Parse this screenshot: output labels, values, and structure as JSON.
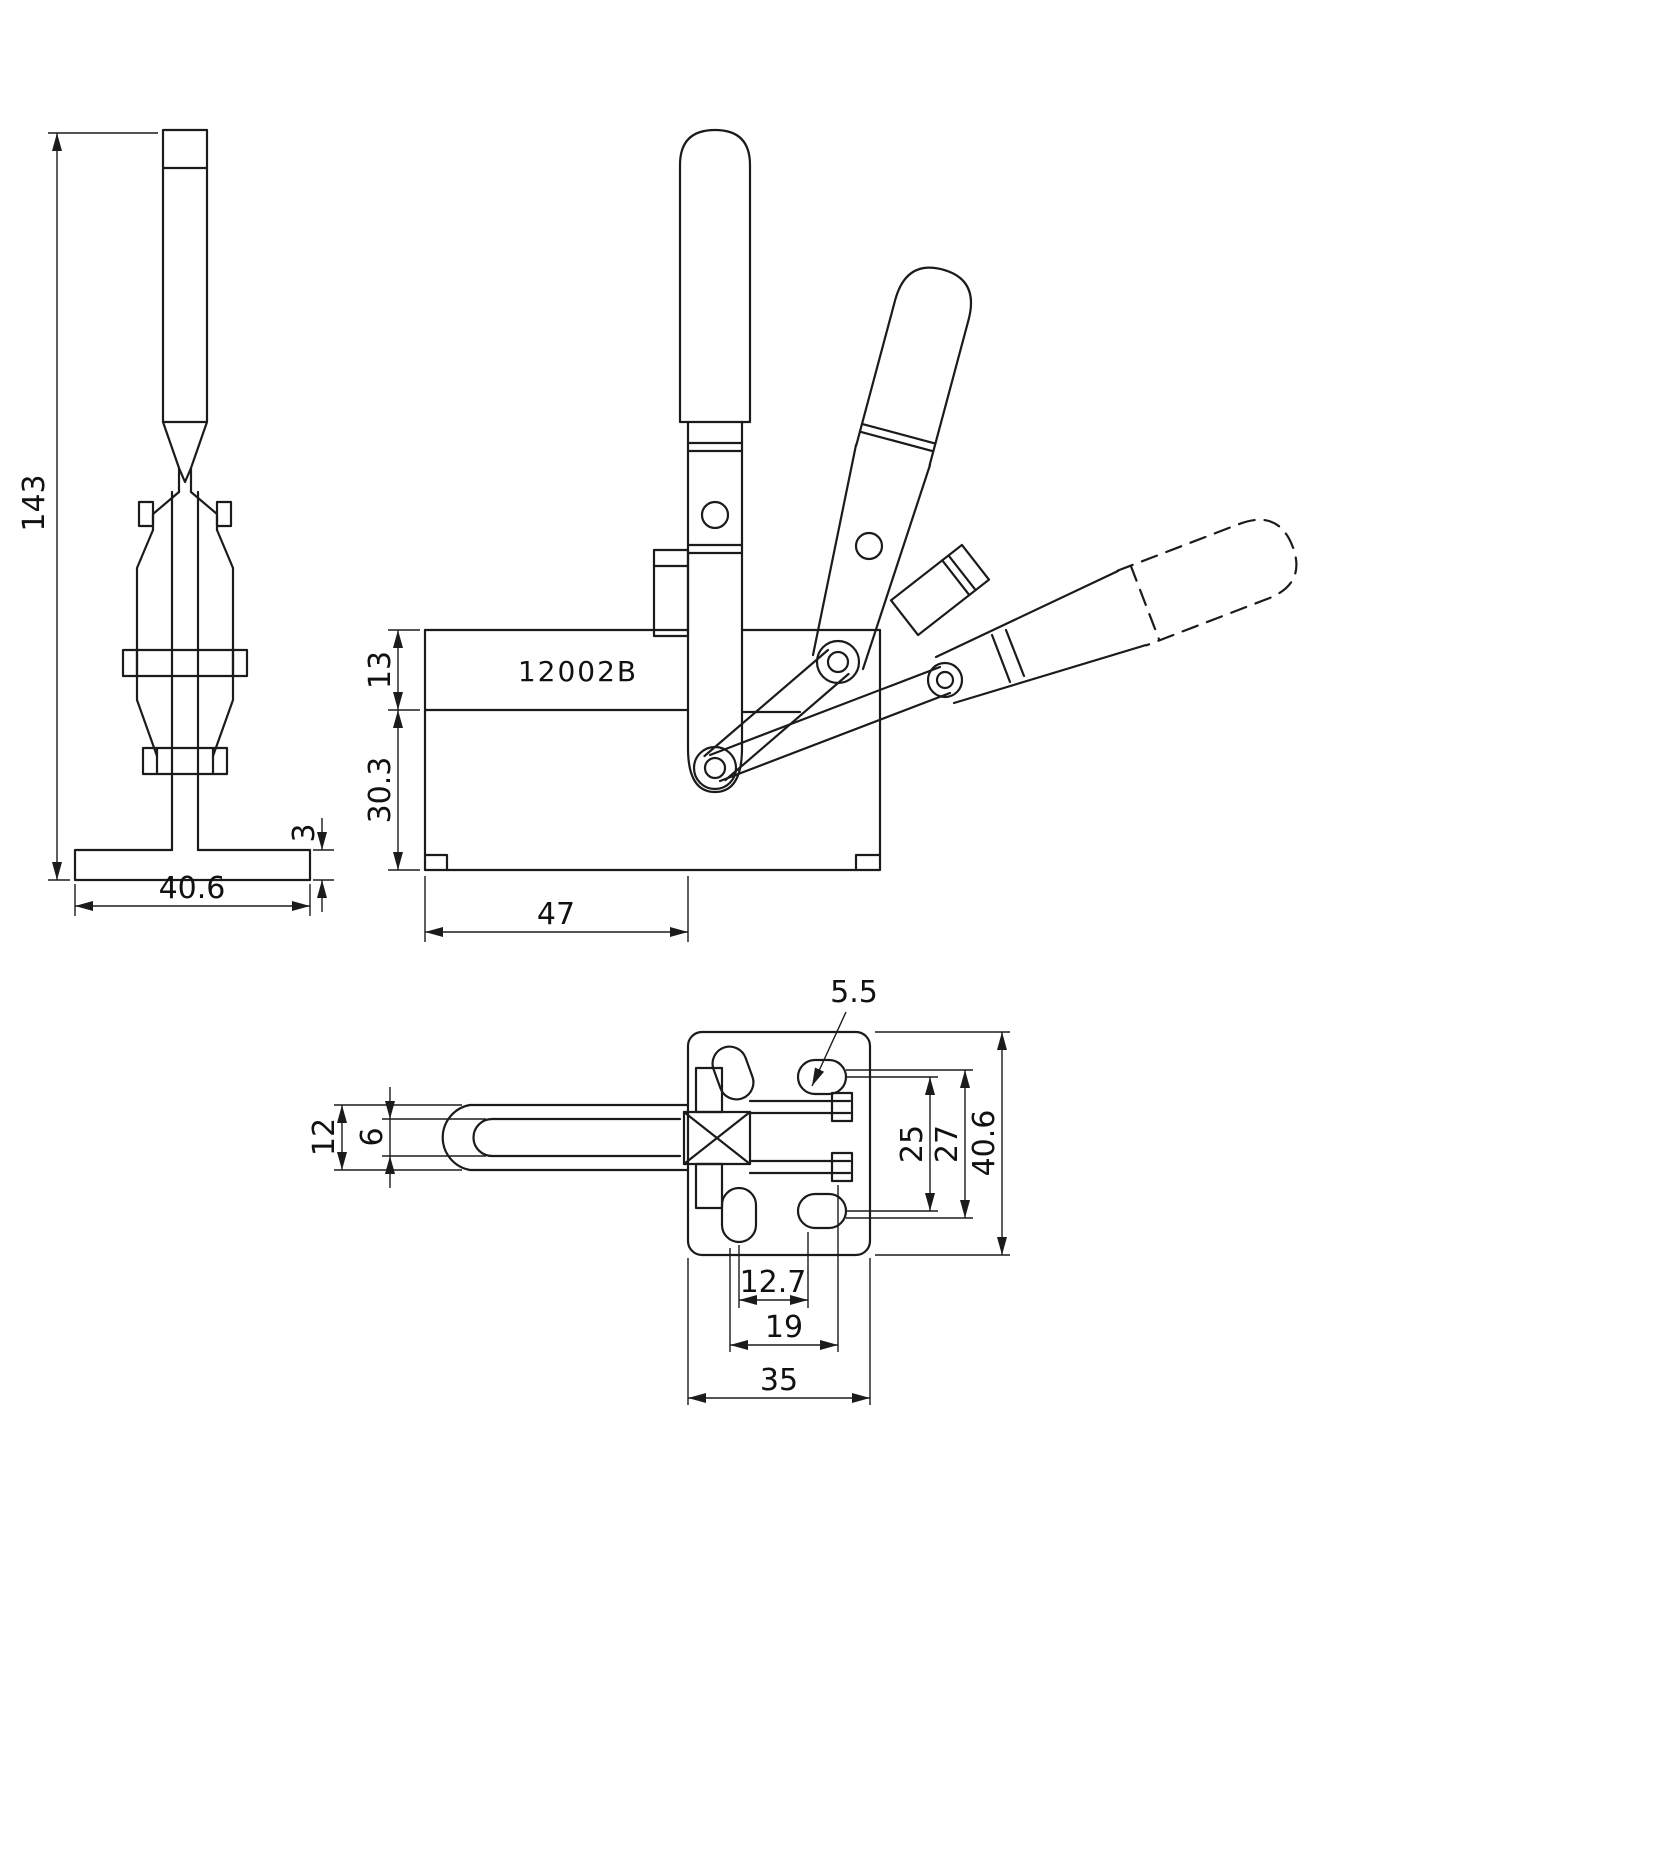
{
  "drawing": {
    "model_label": "12002B",
    "dims": {
      "side_height": "143",
      "side_base_width": "40.6",
      "side_base_thickness": "3",
      "front_flange_height": "13",
      "front_body_height": "30.3",
      "front_base_length": "47",
      "top_slot_width": "5.5",
      "top_bar_outer": "12",
      "top_bar_inner": "6",
      "top_hole_pitch_25": "25",
      "top_hole_pitch_27": "27",
      "top_plate_height": "40.6",
      "top_hole_pitch_127": "12.7",
      "top_hole_pitch_19": "19",
      "top_plate_width": "35"
    }
  }
}
